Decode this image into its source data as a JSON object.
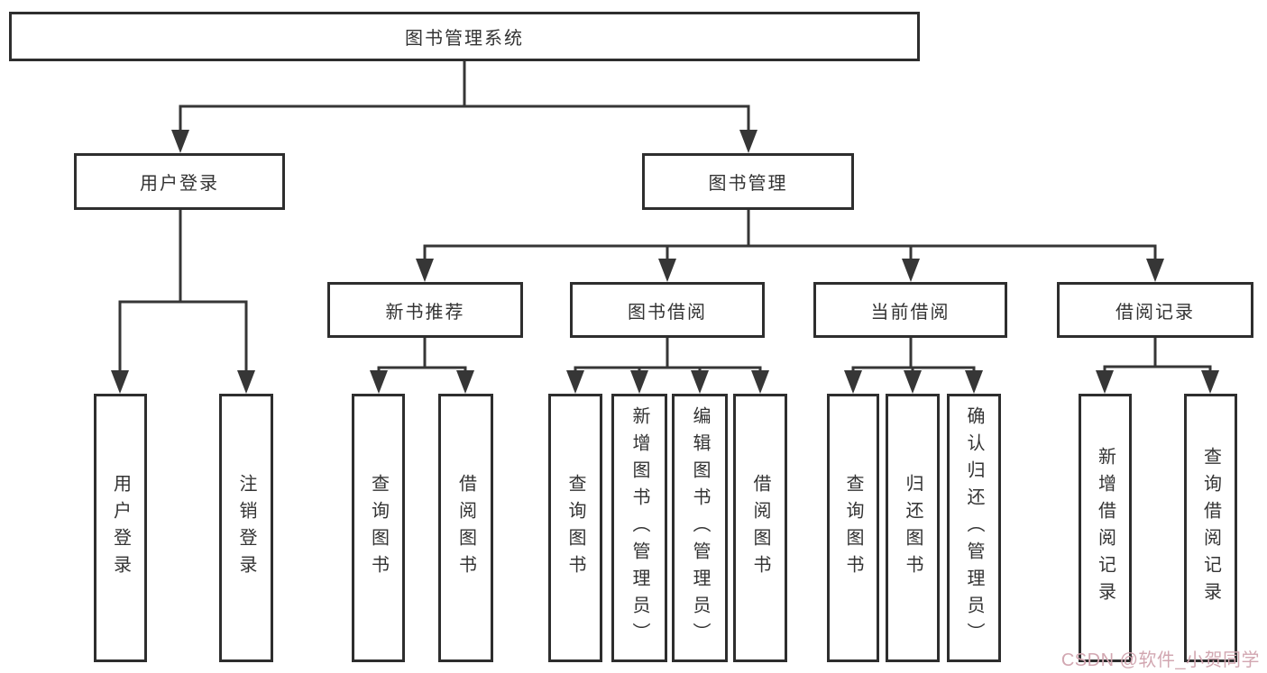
{
  "diagram": {
    "root": {
      "label": "图书管理系统"
    },
    "branches": [
      {
        "label": "用户登录",
        "children": [
          {
            "label": "用户登录"
          },
          {
            "label": "注销登录"
          }
        ]
      },
      {
        "label": "图书管理",
        "children": [
          {
            "label": "新书推荐",
            "children": [
              {
                "label": "查询图书"
              },
              {
                "label": "借阅图书"
              }
            ]
          },
          {
            "label": "图书借阅",
            "children": [
              {
                "label": "查询图书"
              },
              {
                "label": "新增图书（管理员）"
              },
              {
                "label": "编辑图书（管理员）"
              },
              {
                "label": "借阅图书"
              }
            ]
          },
          {
            "label": "当前借阅",
            "children": [
              {
                "label": "查询图书"
              },
              {
                "label": "归还图书"
              },
              {
                "label": "确认归还（管理员）"
              }
            ]
          },
          {
            "label": "借阅记录",
            "children": [
              {
                "label": "新增借阅记录"
              },
              {
                "label": "查询借阅记录"
              }
            ]
          }
        ]
      }
    ]
  },
  "watermark": {
    "text": "CSDN @软件_小贺同学"
  },
  "colors": {
    "background": "#ffffff",
    "box_border": "#2e2e2e",
    "line": "#363636",
    "text": "#333333",
    "watermark": "#d2a7b1"
  }
}
